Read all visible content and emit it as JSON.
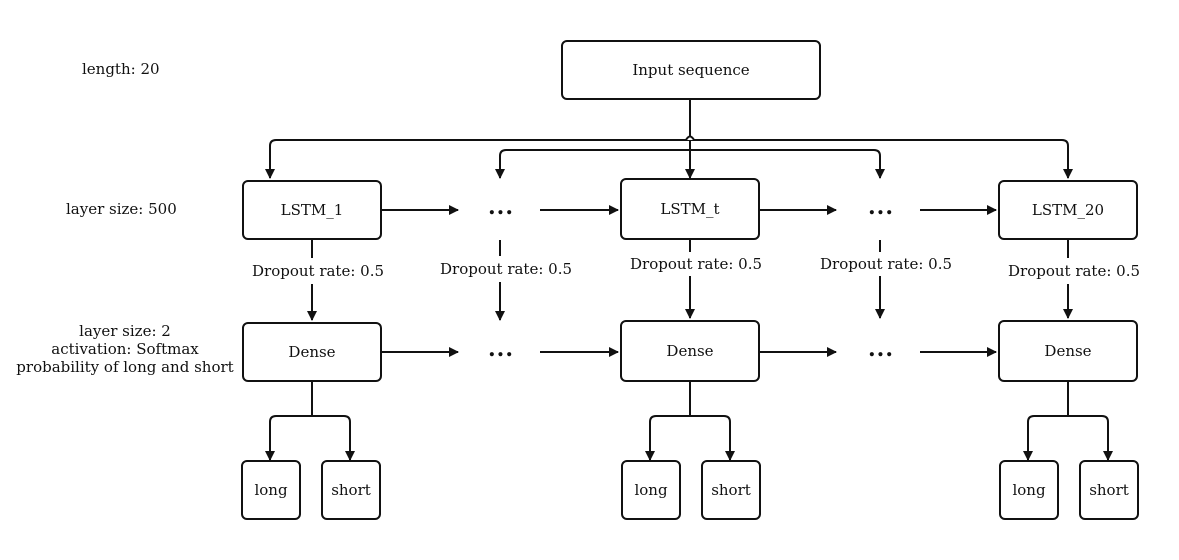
{
  "annotations": {
    "length": "length: 20",
    "layer_size_lstm": "layer size: 500",
    "dense_info": [
      "layer size: 2",
      "activation: Softmax",
      "probability of long and short"
    ]
  },
  "input": {
    "label": "Input sequence"
  },
  "lstm": [
    "LSTM_1",
    "LSTM_t",
    "LSTM_20"
  ],
  "dense": [
    "Dense",
    "Dense",
    "Dense"
  ],
  "dropout": "Dropout rate: 0.5",
  "ellipsis": "...",
  "outputs": {
    "long": "long",
    "short": "short"
  },
  "colors": {
    "stroke": "#111111",
    "background": "#ffffff"
  }
}
